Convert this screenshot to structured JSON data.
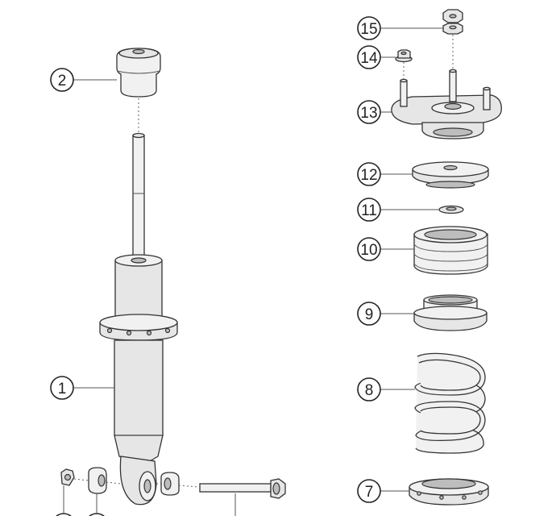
{
  "callouts": {
    "c1": "1",
    "c2": "2",
    "c7": "7",
    "c8": "8",
    "c9": "9",
    "c10": "10",
    "c11": "11",
    "c12": "12",
    "c13": "13",
    "c14": "14",
    "c15": "15"
  }
}
